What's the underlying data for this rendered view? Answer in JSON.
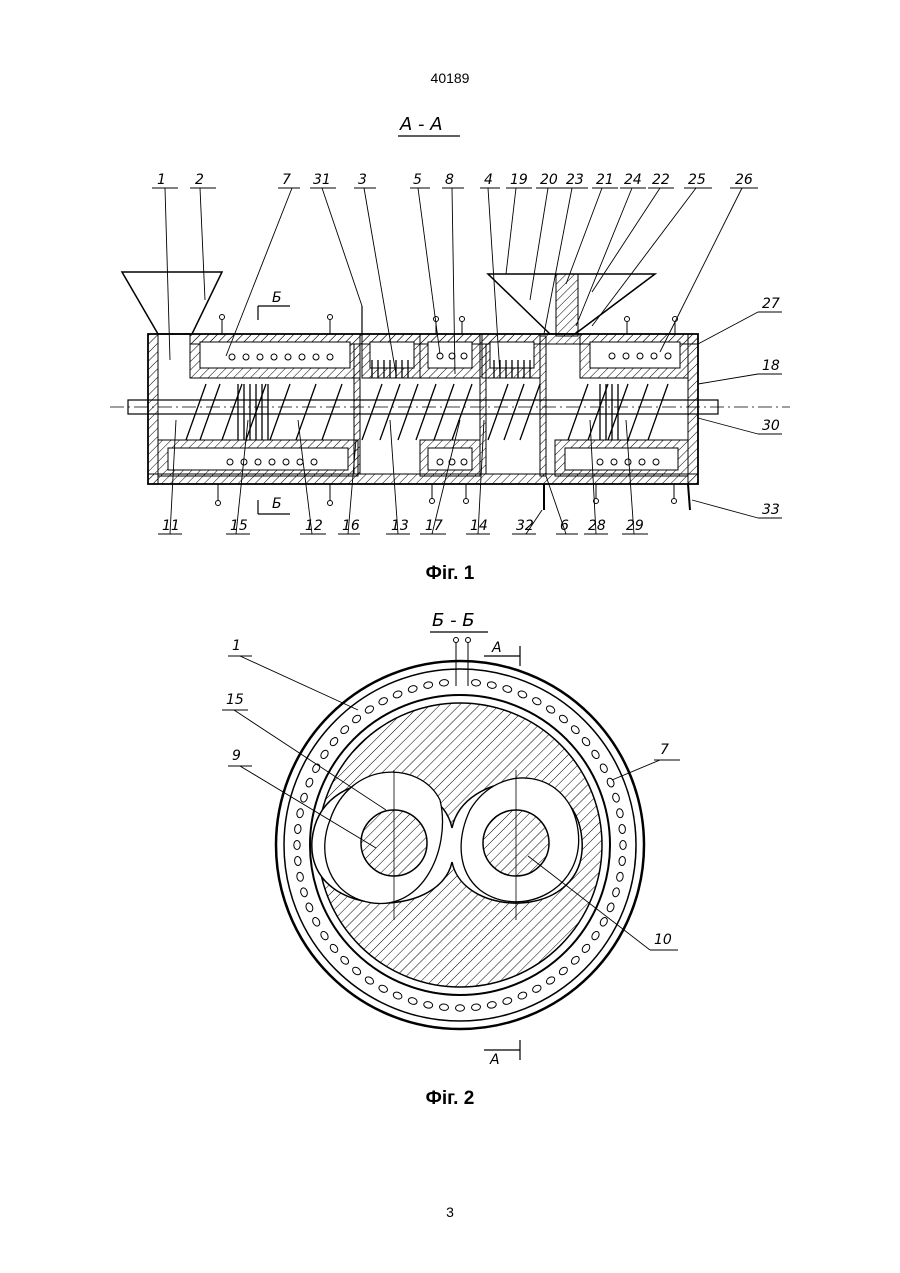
{
  "document": {
    "header_number": "40189",
    "page_number": "3"
  },
  "figure1": {
    "section_title": "А - А",
    "caption": "Фіг. 1",
    "cut_marks": [
      "Б",
      "Б"
    ],
    "top_labels": [
      "1",
      "2",
      "7",
      "31",
      "3",
      "5",
      "8",
      "4",
      "19",
      "20",
      "23",
      "21",
      "24",
      "22",
      "25",
      "26"
    ],
    "right_labels": [
      "27",
      "18",
      "30",
      "33"
    ],
    "bottom_labels": [
      "11",
      "15",
      "12",
      "16",
      "13",
      "17",
      "14",
      "32",
      "6",
      "28",
      "29"
    ]
  },
  "figure2": {
    "section_title": "Б - Б",
    "caption": "Фіг. 2",
    "cut_marks": [
      "А",
      "А"
    ],
    "labels": [
      "1",
      "15",
      "9",
      "7",
      "10"
    ]
  }
}
